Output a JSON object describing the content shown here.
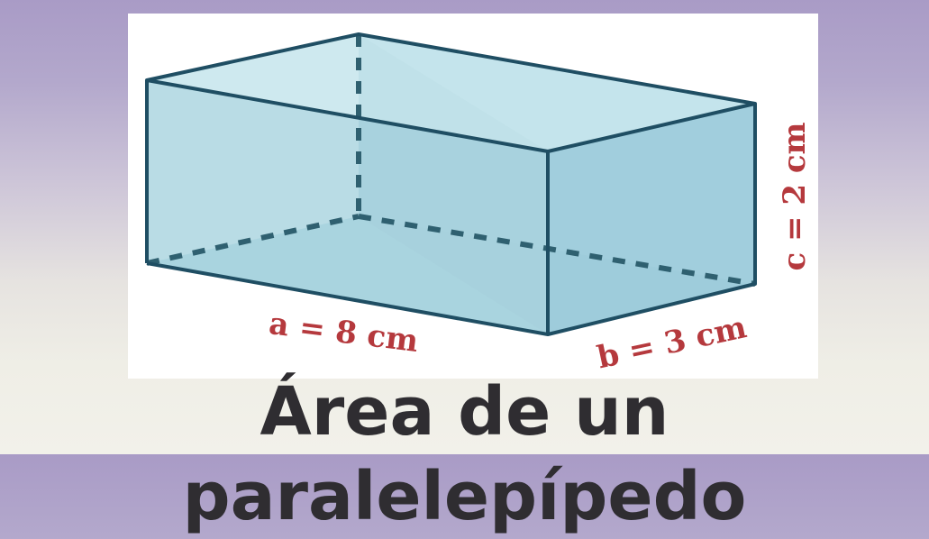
{
  "title": "Área de un paralelepípedo",
  "labels": {
    "a": "a = 8 cm",
    "b": "b = 3 cm",
    "c": "c = 2 cm"
  },
  "colors": {
    "edge": "#1f4e63",
    "label": "#b5393d",
    "face_front": "#a9d4df",
    "face_side": "#9ccbda",
    "face_top": "#c6e5ec"
  }
}
